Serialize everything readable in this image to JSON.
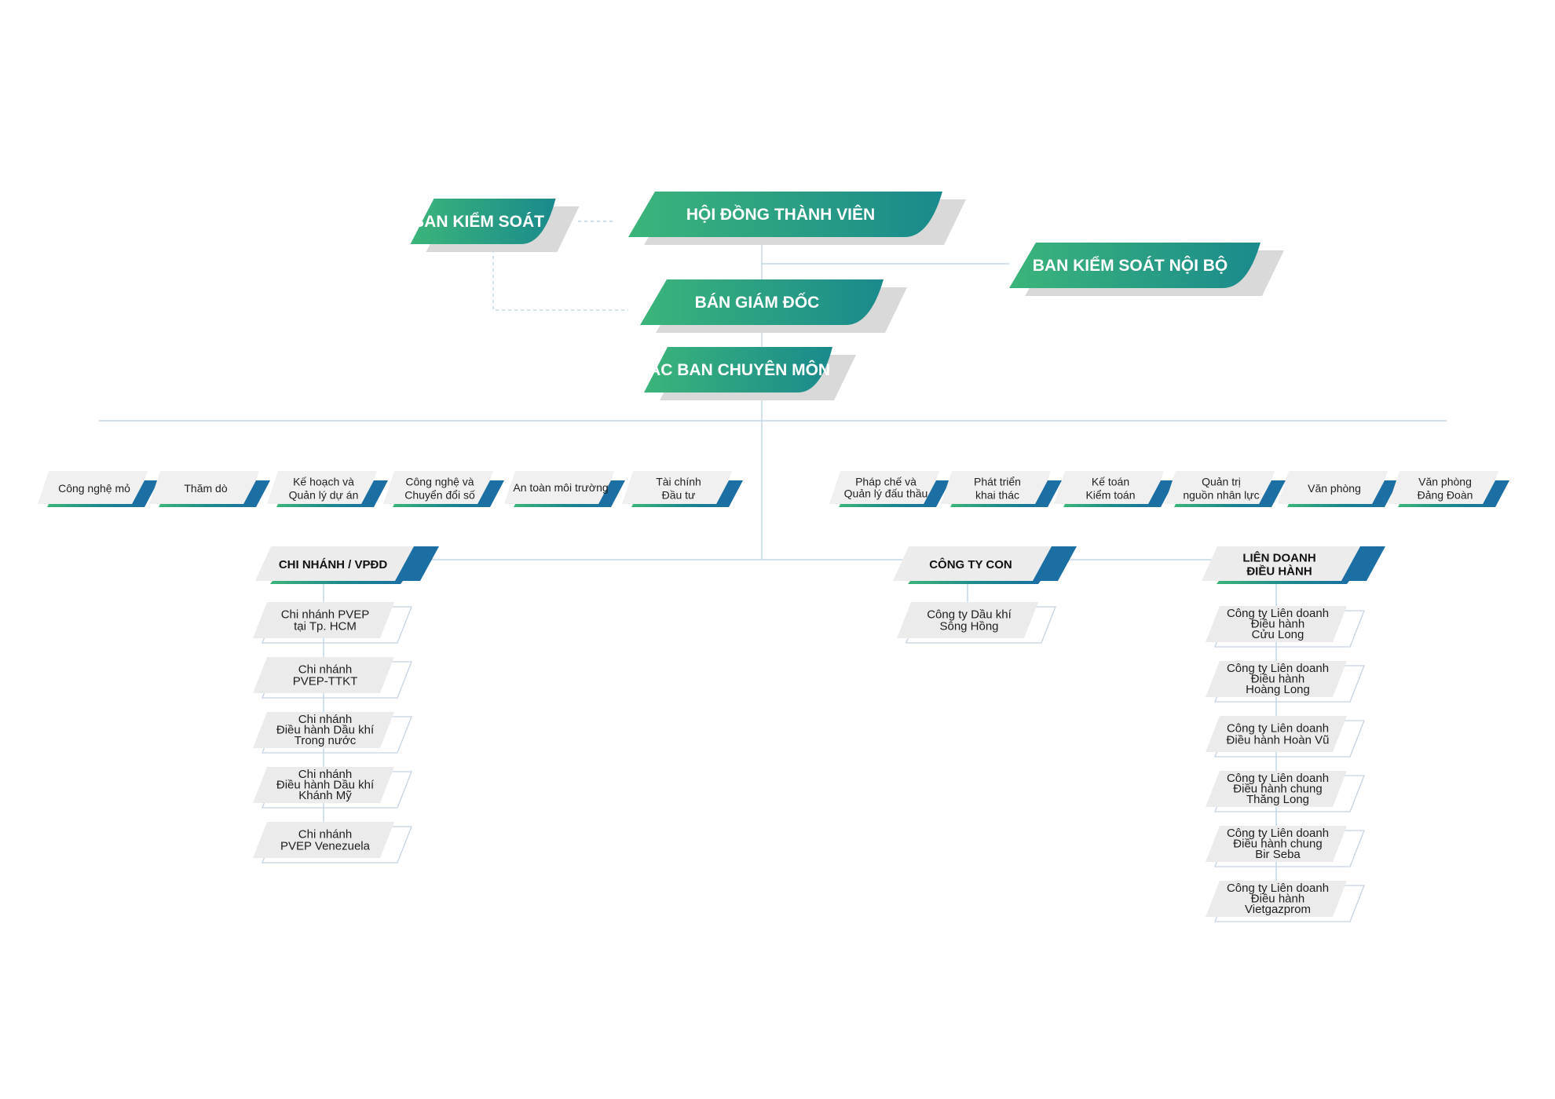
{
  "top": {
    "hoi_dong": "HỘI ĐỒNG THÀNH VIÊN",
    "ban_kiem_soat": "BAN KIỂM SOÁT",
    "ban_ks_noi_bo": "BAN KIỂM SOÁT NỘI BỘ",
    "ban_giam_doc": "BÁN GIÁM ĐỐC",
    "cac_ban": "CÁC BAN CHUYÊN MÔN"
  },
  "departments": [
    [
      "Công nghệ mỏ"
    ],
    [
      "Thăm dò"
    ],
    [
      "Kế hoạch và",
      "Quản lý dự án"
    ],
    [
      "Công nghệ và",
      "Chuyển đổi số"
    ],
    [
      "An toàn môi trường"
    ],
    [
      "Tài chính",
      "Đầu tư"
    ],
    [
      "Pháp chế và",
      "Quản lý đấu thầu"
    ],
    [
      "Phát triển",
      "khai thác"
    ],
    [
      "Kế toán",
      "Kiểm toán"
    ],
    [
      "Quản trị",
      "nguồn nhân lực"
    ],
    [
      "Văn phòng"
    ],
    [
      "Văn phòng",
      "Đảng Đoàn"
    ]
  ],
  "groups": [
    {
      "header": [
        "CHI NHÁNH / VPĐD"
      ],
      "items": [
        [
          "Chi nhánh PVEP",
          "tại Tp. HCM"
        ],
        [
          "Chi nhánh",
          "PVEP-TTKT"
        ],
        [
          "Chi nhánh",
          "Điều hành Dầu khí",
          "Trong nước"
        ],
        [
          "Chi nhánh",
          "Điều hành Dầu khí",
          "Khánh Mỹ"
        ],
        [
          "Chi nhánh",
          "PVEP Venezuela"
        ]
      ]
    },
    {
      "header": [
        "CÔNG TY CON"
      ],
      "items": [
        [
          "Công ty Dầu khí",
          "Sông Hồng"
        ]
      ]
    },
    {
      "header": [
        "LIÊN DOANH",
        "ĐIỀU HÀNH"
      ],
      "items": [
        [
          "Công ty Liên doanh",
          "Điều hành",
          "Cửu Long"
        ],
        [
          "Công ty Liên doanh",
          "Điều hành",
          "Hoàng Long"
        ],
        [
          "Công ty Liên doanh",
          "Điều hành Hoàn Vũ"
        ],
        [
          "Công ty Liên doanh",
          "Điều hành chung",
          "Thăng Long"
        ],
        [
          "Công ty Liên doanh",
          "Điều hành chung",
          "Bir Seba"
        ],
        [
          "Công ty Liên doanh",
          "Điều hành",
          "Vietgazprom"
        ]
      ]
    }
  ],
  "colors": {
    "green": "#3bb57a",
    "teal": "#1a8a8c",
    "blue": "#1b6fa2",
    "shadow": "#d9d9d9",
    "sub_fill": "#ebebeb",
    "sub_outline": "#c5d3e2",
    "line": "#c4d8e6"
  }
}
